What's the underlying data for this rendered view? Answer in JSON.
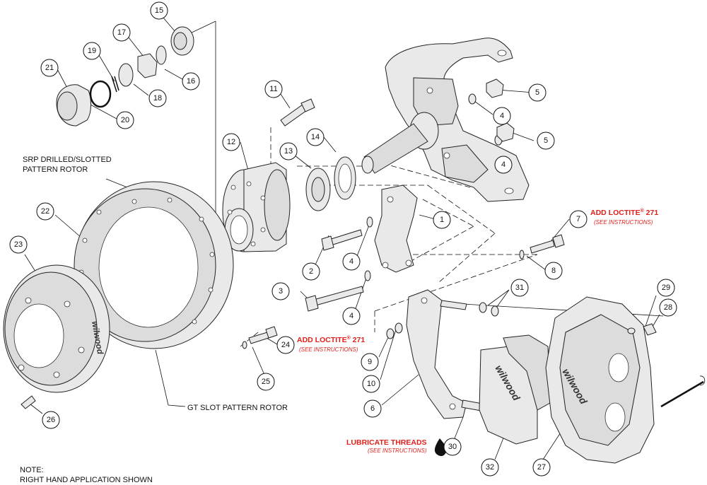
{
  "notes": {
    "srp_label_line1": "SRP DRILLED/SLOTTED",
    "srp_label_line2": "PATTERN ROTOR",
    "gt_label": "GT SLOT PATTERN ROTOR",
    "note_line1": "NOTE:",
    "note_line2": "RIGHT HAND APPLICATION SHOWN"
  },
  "callouts": {
    "loctite_main_1": "ADD LOCTITE",
    "loctite_reg_1": "®",
    "loctite_num_1": " 271",
    "loctite_sub_1": "(SEE INSTRUCTIONS)",
    "loctite_main_2": "ADD LOCTITE",
    "loctite_reg_2": "®",
    "loctite_num_2": " 271",
    "loctite_sub_2": "(SEE INSTRUCTIONS)",
    "lube_main": "LUBRICATE THREADS",
    "lube_sub": "(SEE INSTRUCTIONS)"
  },
  "brand": {
    "logo_text": "wilwood"
  },
  "parts": {
    "p1": "1",
    "p2": "2",
    "p3": "3",
    "p4a": "4",
    "p4b": "4",
    "p4c": "4",
    "p4d": "4",
    "p5a": "5",
    "p5b": "5",
    "p6": "6",
    "p7": "7",
    "p8": "8",
    "p9": "9",
    "p10": "10",
    "p11": "11",
    "p12": "12",
    "p13": "13",
    "p14": "14",
    "p15": "15",
    "p16": "16",
    "p17": "17",
    "p18": "18",
    "p19": "19",
    "p20": "20",
    "p21": "21",
    "p22": "22",
    "p23": "23",
    "p24": "24",
    "p25": "25",
    "p26": "26",
    "p27": "27",
    "p28": "28",
    "p29": "29",
    "p30": "30",
    "p31": "31",
    "p32": "32"
  },
  "colors": {
    "callout_red": "#e0201b",
    "line": "#111111",
    "part_fill": "#e9e9e9"
  }
}
